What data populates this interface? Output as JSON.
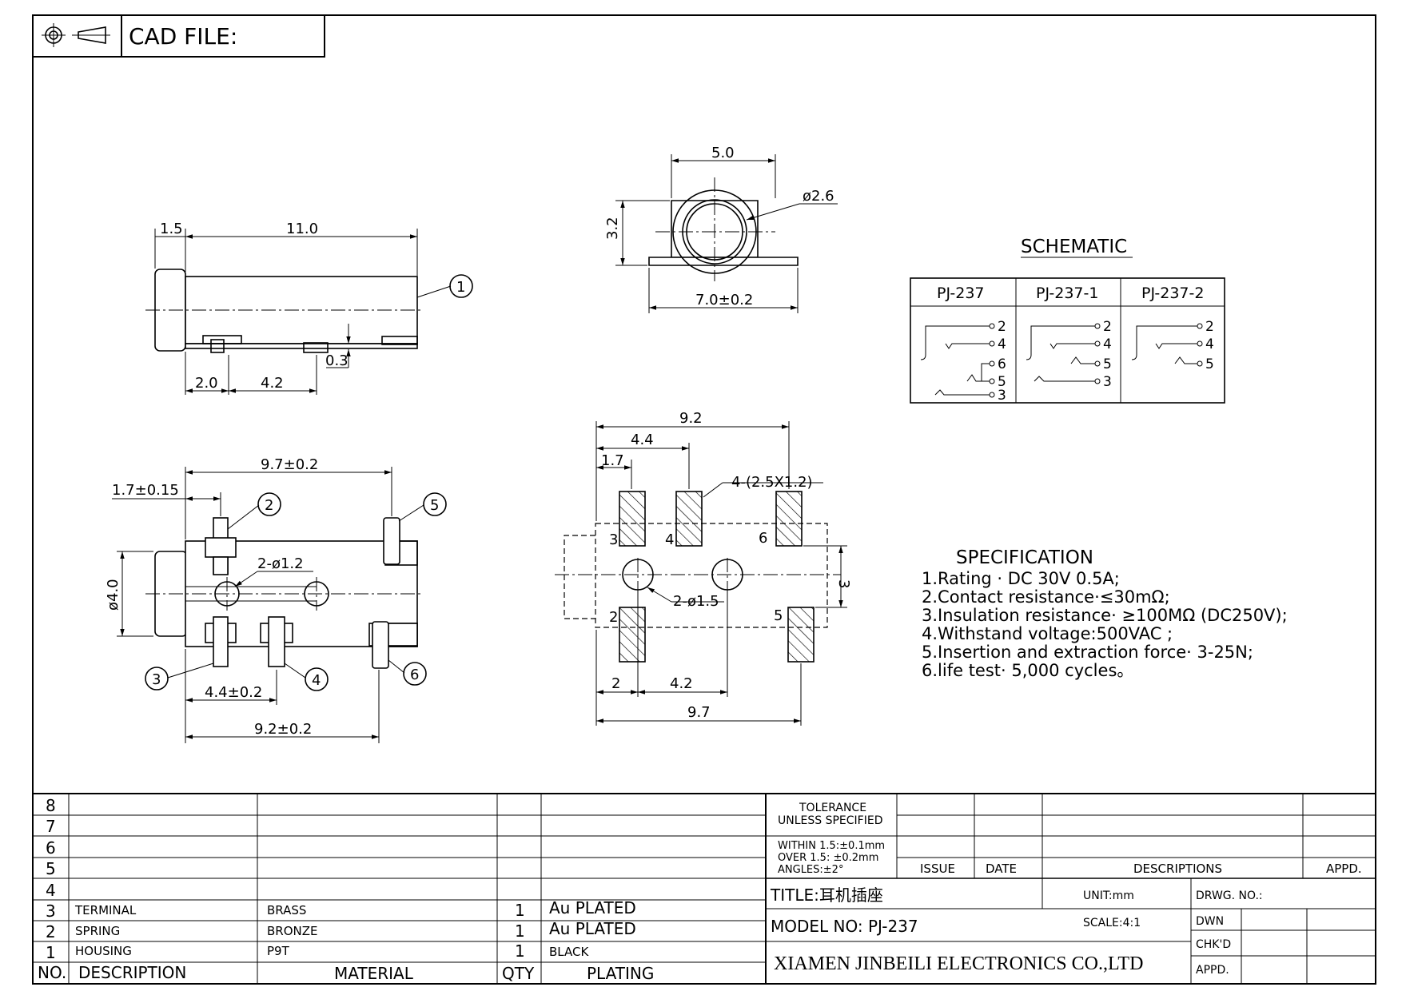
{
  "header": {
    "cad_file_label": "CAD FILE:"
  },
  "side_view": {
    "dims": {
      "d_1_5": "1.5",
      "d_11_0": "11.0",
      "d_2_0": "2.0",
      "d_4_2": "4.2",
      "d_0_3": "0.3"
    },
    "callout_1": "1"
  },
  "front_view": {
    "dims": {
      "d_5_0": "5.0",
      "d_phi_2_6": "ø2.6",
      "d_3_2": "3.2",
      "d_7_0": "7.0±0.2"
    }
  },
  "bottom_view": {
    "dims": {
      "d_9_7": "9.7±0.2",
      "d_1_7": "1.7±0.15",
      "d_2_phi_1_2": "2-ø1.2",
      "d_phi_4_0": "ø4.0",
      "d_4_4": "4.4±0.2",
      "d_9_2": "9.2±0.2"
    },
    "callouts": {
      "c2": "2",
      "c3": "3",
      "c4": "4",
      "c5": "5",
      "c6": "6"
    }
  },
  "pcb_layout": {
    "dims": {
      "d_9_2": "9.2",
      "d_4_4": "4.4",
      "d_1_7": "1.7",
      "d_pads": "4-(2.5X1.2)",
      "d_3": "3",
      "d_2_phi_1_5": "2-ø1.5",
      "d_2": "2",
      "d_4_2": "4.2",
      "d_9_7": "9.7"
    },
    "pad_labels": {
      "p3": "3",
      "p4": "4",
      "p6": "6",
      "p2": "2",
      "p5": "5"
    }
  },
  "schematic": {
    "title": "SCHEMATIC",
    "columns": [
      "PJ-237",
      "PJ-237-1",
      "PJ-237-2"
    ],
    "pins": {
      "col1": [
        "2",
        "4",
        "6",
        "5",
        "3"
      ],
      "col2": [
        "2",
        "4",
        "5",
        "3"
      ],
      "col3": [
        "2",
        "4",
        "5"
      ]
    }
  },
  "specification": {
    "title": "SPECIFICATION",
    "items": [
      "1.Rating · DC 30V 0.5A;",
      "2.Contact resistance·≤30mΩ;",
      "3.Insulation resistance· ≥100MΩ (DC250V);",
      "4.Withstand voltage:500VAC ;",
      "5.Insertion and extraction force· 3-25N;",
      "6.life test· 5,000 cycles。"
    ]
  },
  "bom": {
    "row_numbers": [
      "8",
      "7",
      "6",
      "5",
      "4",
      "3",
      "2",
      "1"
    ],
    "rows": [
      {
        "no": "3",
        "description": "TERMINAL",
        "material": "BRASS",
        "qty": "1",
        "plating": "Au PLATED"
      },
      {
        "no": "2",
        "description": "SPRING",
        "material": "BRONZE",
        "qty": "1",
        "plating": "Au PLATED"
      },
      {
        "no": "1",
        "description": "HOUSING",
        "material": "P9T",
        "qty": "1",
        "plating": "BLACK"
      }
    ],
    "header": {
      "no": "NO.",
      "description": "DESCRIPTION",
      "material": "MATERIAL",
      "qty": "QTY",
      "plating": "PLATING"
    }
  },
  "title_block": {
    "tolerance_title_1": "TOLERANCE",
    "tolerance_title_2": "UNLESS SPECIFIED",
    "tol_line_1": "WITHIN 1.5:±0.1mm",
    "tol_line_2": "OVER 1.5: ±0.2mm",
    "tol_line_3": "ANGLES:±2°",
    "issue": "ISSUE",
    "date": "DATE",
    "descriptions": "DESCRIPTIONS",
    "appd_header": "APPD.",
    "title": "TITLE:耳机插座",
    "unit": "UNIT:mm",
    "drwg_no": "DRWG. NO.:",
    "model_no": "MODEL NO: PJ-237",
    "scale": "SCALE:4:1",
    "dwn": "DWN",
    "chkd": "CHK'D",
    "appd": "APPD.",
    "company": "XIAMEN JINBEILI ELECTRONICS CO.,LTD"
  }
}
